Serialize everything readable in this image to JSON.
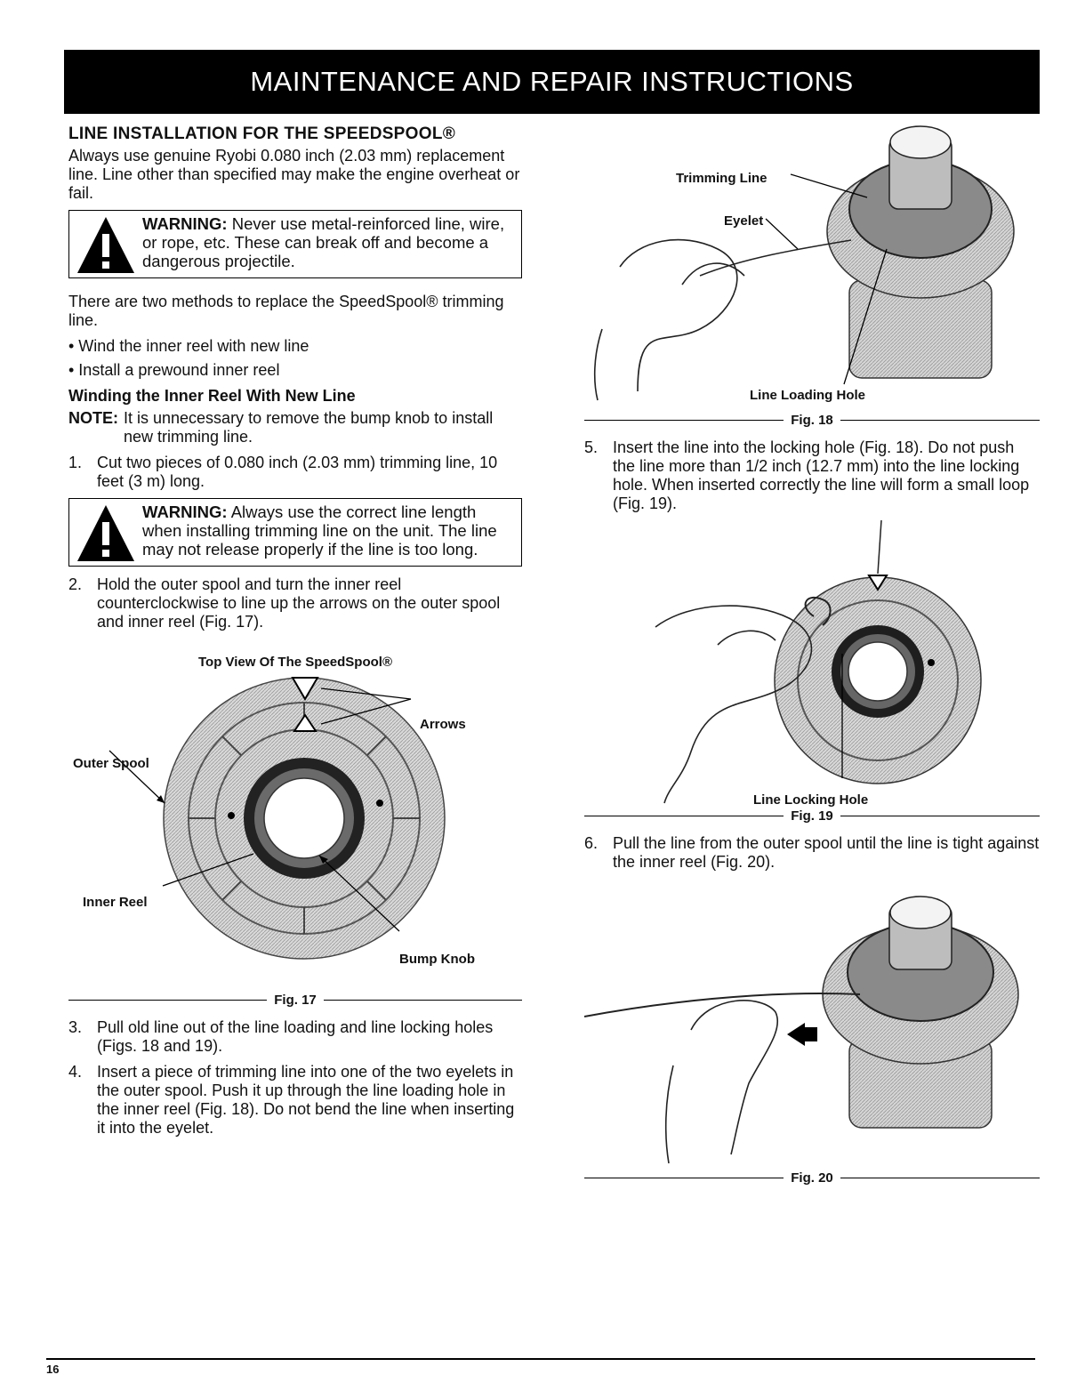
{
  "header": {
    "title": "MAINTENANCE AND REPAIR INSTRUCTIONS"
  },
  "left": {
    "section_title": "LINE INSTALLATION FOR THE SPEEDSPOOL®",
    "intro": "Always use genuine Ryobi 0.080 inch (2.03 mm) replacement line. Line other than specified may make the engine overheat or fail.",
    "warning1": {
      "label": "WARNING:",
      "text": "Never use metal-reinforced line, wire, or rope, etc. These can break off and become a dangerous projectile."
    },
    "methods_intro": "There are two methods to replace the SpeedSpool® trimming line.",
    "bullets": [
      "• Wind the inner reel with new line",
      "• Install a prewound inner reel"
    ],
    "subheading": "Winding the Inner Reel With New Line",
    "note": {
      "label": "NOTE:",
      "text": "It is unnecessary to remove the bump knob to install new trimming line."
    },
    "step1": {
      "num": "1.",
      "text": "Cut two pieces of 0.080 inch (2.03 mm) trimming line, 10 feet (3 m) long."
    },
    "warning2": {
      "label": "WARNING:",
      "text": "Always use the correct line length when installing trimming line on the unit. The line may not release properly if the line is too long."
    },
    "step2": {
      "num": "2.",
      "text": "Hold the outer spool and turn the inner reel counterclockwise to line up the arrows on the outer spool and inner reel (Fig. 17)."
    },
    "fig17": {
      "title": "Top View Of The SpeedSpool®",
      "labels": {
        "arrows": "Arrows",
        "outer_spool": "Outer Spool",
        "inner_reel": "Inner Reel",
        "bump_knob": "Bump Knob"
      },
      "caption": "Fig. 17"
    },
    "step3": {
      "num": "3.",
      "text": "Pull old line out of the line loading and line locking holes (Figs. 18 and 19)."
    },
    "step4": {
      "num": "4.",
      "text": "Insert a piece of trimming line into one of the two eyelets in the outer spool. Push it up through the line loading hole in the inner reel (Fig. 18). Do not bend the line when inserting it into the eyelet."
    }
  },
  "right": {
    "fig18": {
      "labels": {
        "trimming_line": "Trimming Line",
        "eyelet": "Eyelet",
        "line_loading_hole": "Line Loading Hole"
      },
      "caption": "Fig. 18"
    },
    "step5": {
      "num": "5.",
      "text": "Insert the line into the locking hole (Fig. 18). Do not push the line more than 1/2 inch (12.7 mm) into the line locking hole. When inserted correctly the line will form a small loop (Fig. 19)."
    },
    "fig19": {
      "labels": {
        "line_locking_hole": "Line Locking Hole"
      },
      "caption": "Fig. 19"
    },
    "step6": {
      "num": "6.",
      "text": "Pull the line from the outer spool until the line is tight against the inner reel (Fig. 20)."
    },
    "fig20": {
      "caption": "Fig. 20"
    }
  },
  "footer": {
    "page_number": "16"
  }
}
